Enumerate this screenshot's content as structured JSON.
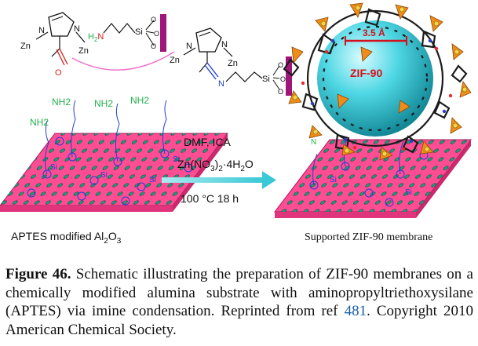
{
  "scheme": {
    "left_molecule": {
      "zn_left": "Zn",
      "zn_right": "Zn",
      "n_left": "N",
      "n_right": "N",
      "aldehyde_o": "O",
      "amine_h2": "H",
      "amine_2": "2",
      "amine_n": "N",
      "si": "Si",
      "o_labels": [
        "O",
        "O",
        "O"
      ]
    },
    "right_molecule": {
      "zn_left": "Zn",
      "zn_right": "Zn",
      "n_left": "N",
      "n_right": "N",
      "imine_n": "N",
      "si": "Si",
      "o_labels": [
        "O",
        "O",
        "O"
      ]
    },
    "left_substrate": {
      "nh2_labels": [
        "NH2",
        "NH2",
        "NH2",
        "NH2"
      ],
      "si_labels": [
        "Si",
        "Si",
        "Si",
        "Si"
      ],
      "label_prefix": "APTES modified Al",
      "label_sub_1": "2",
      "label_mid": "O",
      "label_sub_2": "3"
    },
    "conditions": {
      "line1": "DMF, ICA",
      "line2_prefix": "Zn(NO",
      "line2_sub_1": "3",
      "line2_mid": ")",
      "line2_sub_2": "2",
      "line2_suffix": "·4H",
      "line2_sub_3": "2",
      "line2_end": "O",
      "line3": "100 °C 18 h"
    },
    "right_structure": {
      "pore_label": "3.5 Å",
      "framework_label": "ZIF-90",
      "membrane_label": "Supported ZIF-90 membrane",
      "si_labels": [
        "Si",
        "Si"
      ],
      "n_labels": [
        "N"
      ]
    },
    "colors": {
      "substrate": "#ff4d94",
      "amine_green": "#22b24c",
      "aldehyde_red": "#d8201c",
      "imine_blue": "#1f3fd6",
      "wall_magenta": "#a0157a",
      "sphere_cyan": "#3fd0de",
      "arrow_cyan": "#5cd6e0",
      "tetrahedron_orange": "#f08c18",
      "pore_red": "#d4101a"
    }
  },
  "caption": {
    "figure_label": "Figure 46.",
    "text_before_ref": " Schematic illustrating the preparation of ZIF-90 membranes on a chemically modified alumina substrate with aminopropyltriethoxysilane (APTES) via imine condensation. Reprinted from ref ",
    "ref_number": "481",
    "text_after_ref": ". Copyright 2010 American Chemical Society."
  }
}
